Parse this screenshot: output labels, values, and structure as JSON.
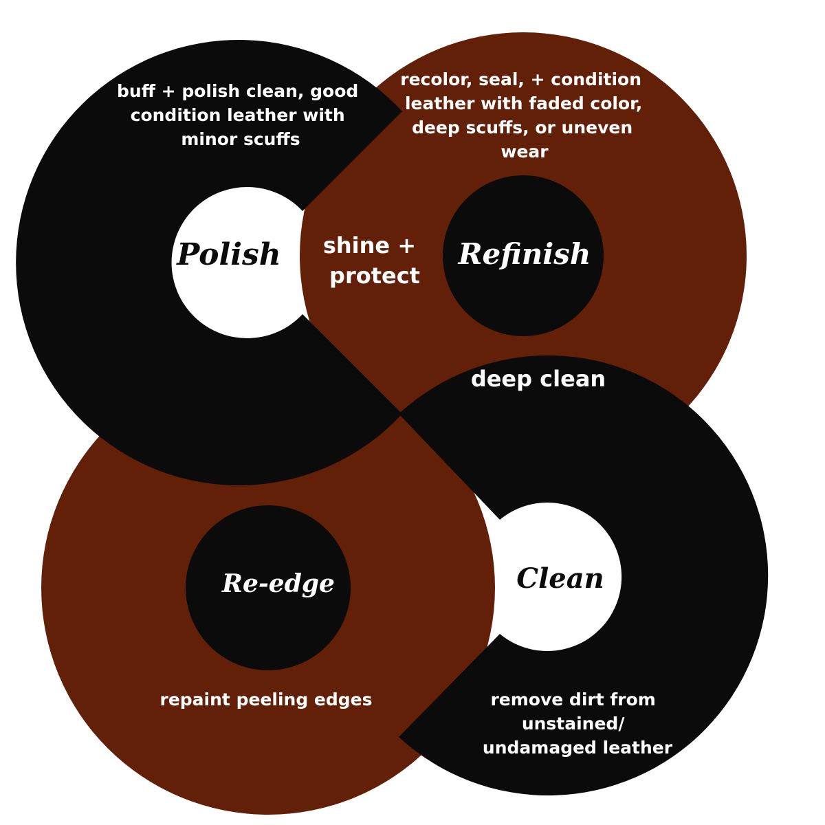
{
  "colors": {
    "black": "#0c0b0b",
    "brown": "#622008",
    "white": "#ffffff"
  },
  "rings": {
    "polish": {
      "name": "Polish",
      "description": [
        "buff + polish clean, good",
        "condition leather with",
        "minor scuffs"
      ]
    },
    "refinish": {
      "name": "Refinish",
      "description": [
        "recolor, seal, + condition",
        "leather  with faded color,",
        "deep scuffs, or uneven",
        "wear"
      ]
    },
    "reedge": {
      "name": "Re-edge",
      "description": [
        "repaint peeling edges"
      ]
    },
    "clean": {
      "name": "Clean",
      "description": [
        "remove dirt from",
        "unstained/",
        "undamaged leather"
      ]
    }
  },
  "overlaps": {
    "shine_protect": [
      "shine +",
      "protect"
    ],
    "deep_clean": "deep clean"
  }
}
